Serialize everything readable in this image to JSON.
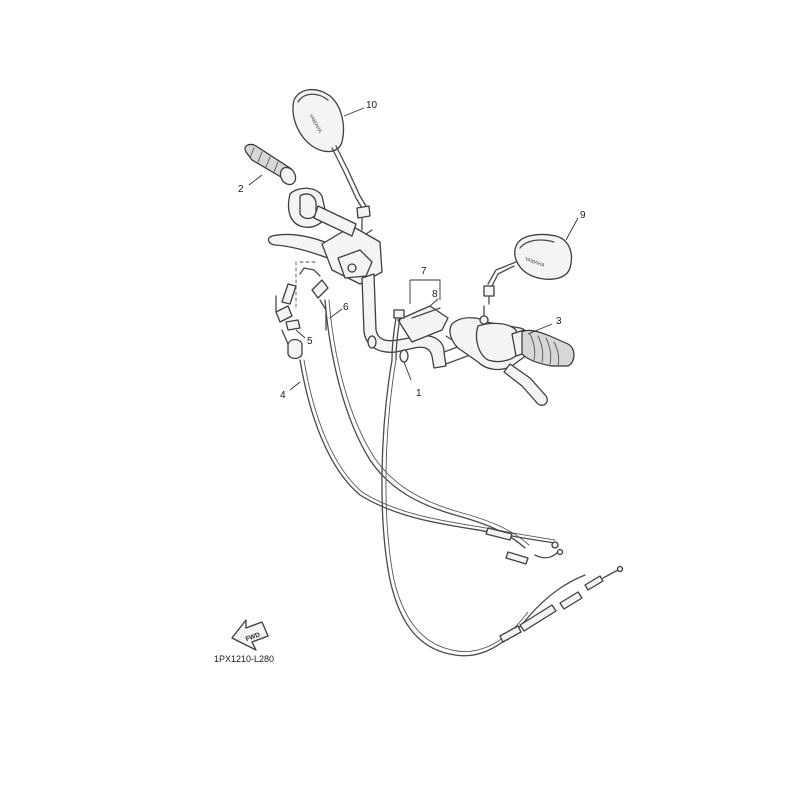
{
  "diagram": {
    "callouts": [
      {
        "id": "1",
        "label": "1"
      },
      {
        "id": "2",
        "label": "2"
      },
      {
        "id": "3",
        "label": "3"
      },
      {
        "id": "4",
        "label": "4"
      },
      {
        "id": "5",
        "label": "5"
      },
      {
        "id": "6",
        "label": "6"
      },
      {
        "id": "7",
        "label": "7"
      },
      {
        "id": "8",
        "label": "8"
      },
      {
        "id": "9",
        "label": "9"
      },
      {
        "id": "10",
        "label": "10"
      }
    ],
    "mirror_brand": "YAMAHA",
    "forward_arrow_label": "FWD",
    "drawing_code": "1PX1210-L280",
    "colors": {
      "line": "#4a4a4a",
      "fill": "#f4f4f4",
      "background": "#ffffff"
    }
  }
}
